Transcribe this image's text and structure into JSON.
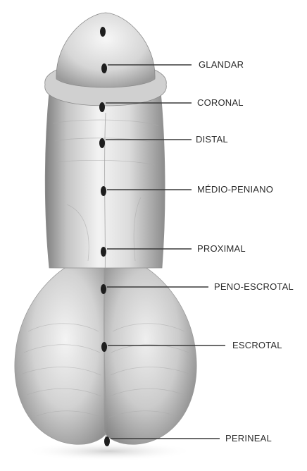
{
  "labels": {
    "glandar": "GLANDAR",
    "coronal": "CORONAL",
    "distal": "DISTAL",
    "medio_peniano": "MÉDIO-PENIANO",
    "proximal": "PROXIMAL",
    "peno_escrotal": "PENO-ESCROTAL",
    "escrotal": "ESCROTAL",
    "perineal": "PERINEAL"
  },
  "colors": {
    "skin_light": "#f2f2f2",
    "skin_mid": "#c9c9c9",
    "skin_dark": "#8a8a8a",
    "leader_line": "#3a3a3a",
    "opening": "#1e1e1e"
  }
}
